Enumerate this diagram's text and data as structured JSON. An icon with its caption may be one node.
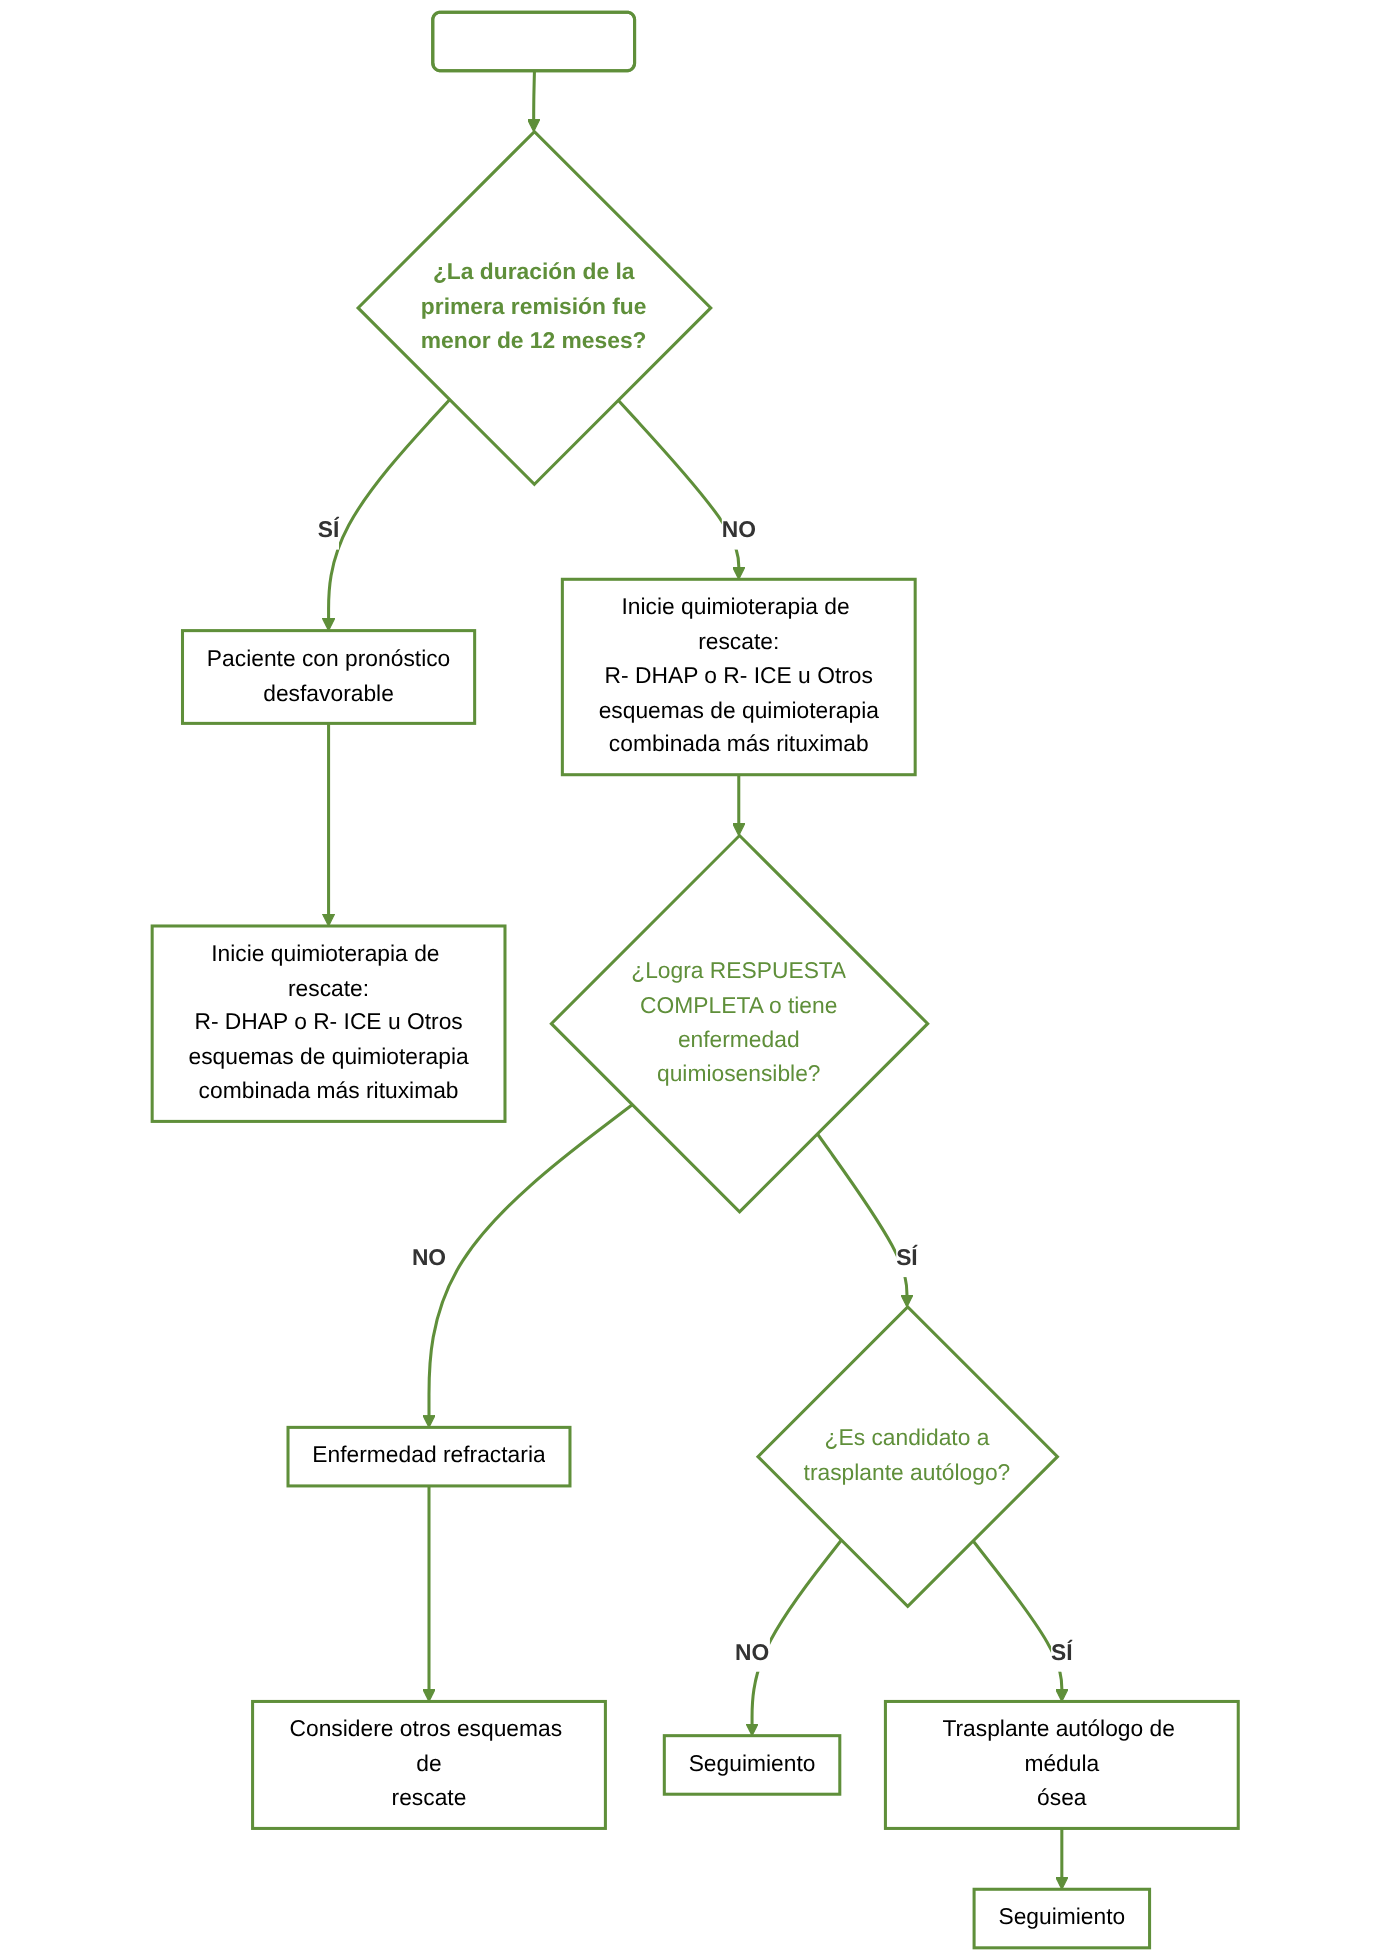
{
  "diagram": {
    "nodes": [
      {
        "text": [],
        "shape": "box"
      },
      {
        "text": [
          "¿La duración de la primera remisión fue menor de 12 meses?"
        ]
      },
      {
        "text": [
          "Inicie quimioterapia de rescate: R- DHAP o R- ICE u Otros esquemas de quimioterapia combinada más rituximab"
        ]
      },
      {
        "text": [
          "Paciente con pronóstico desfavorable"
        ]
      },
      {
        "text": [
          "Inicie quimioterapia de rescate: R- DHAP o R- ICE u Otros esquemas de quimioterapia combinada más rituximab"
        ]
      },
      {
        "text": [
          "¿Logra RESPUESTA COMPLETA o tiene enfermedad quimiosensible?"
        ]
      },
      {
        "text": [
          "Enfermedad refractaria"
        ]
      },
      {
        "text": [
          "Considere otros esquemas de rescate"
        ]
      },
      {
        "text": [
          "¿Es candidato a trasplante autólogo?"
        ]
      },
      {
        "text": [
          "Seguimiento"
        ]
      },
      {
        "text": [
          "Trasplante autólogo de médula ósea"
        ]
      },
      {
        "text": [
          "Seguimiento"
        ]
      }
    ],
    "edges": [
      {
        "from": 0,
        "to": 1,
        "arrow": "to"
      },
      {
        "from": 1,
        "to": 2,
        "arrow": "to",
        "label": "NO"
      },
      {
        "from": 1,
        "to": 3,
        "arrow": "to",
        "label": "SÍ"
      },
      {
        "from": 3,
        "to": 4,
        "arrow": "to"
      },
      {
        "from": 2,
        "to": 5,
        "arrow": "to"
      },
      {
        "from": 5,
        "to": 6,
        "arrow": "to",
        "label": "NO"
      },
      {
        "from": 5,
        "to": 8,
        "arrow": "to",
        "label": "SÍ"
      },
      {
        "from": 6,
        "to": 7,
        "arrow": "to"
      },
      {
        "from": 8,
        "to": 9,
        "arrow": "to",
        "label": "NO"
      },
      {
        "from": 8,
        "to": 10,
        "arrow": "to",
        "label": "SÍ"
      },
      {
        "from": 10,
        "to": 11,
        "arrow": "to"
      }
    ]
  }
}
